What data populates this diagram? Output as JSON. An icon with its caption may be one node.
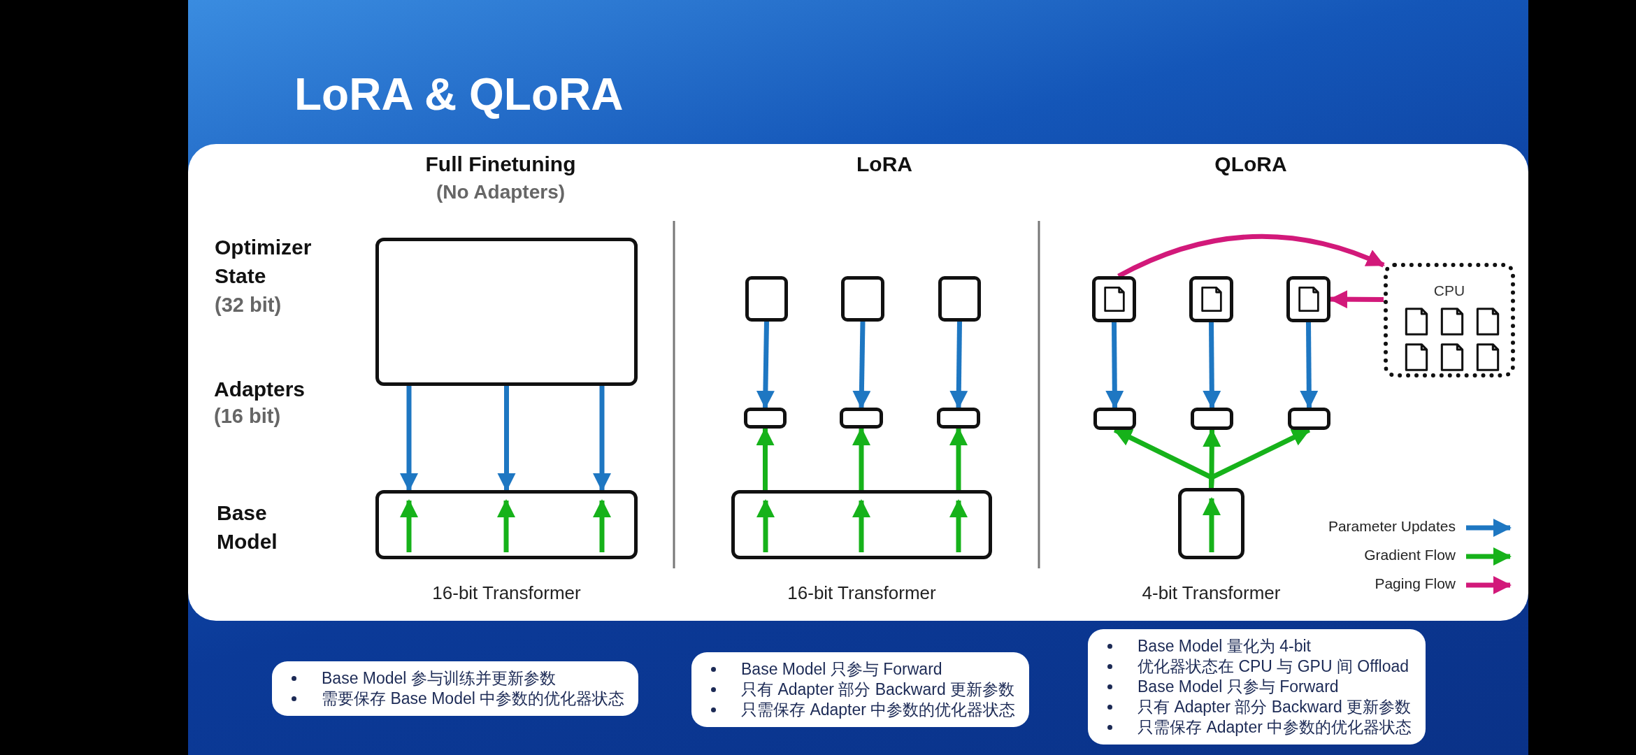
{
  "diagram": {
    "title": "LoRA & QLoRA",
    "nodes": [
      {
        "text": [],
        "shape": "box"
      },
      {
        "text": [],
        "shape": "box",
        "beside": [
          "16-bit Transformer"
        ]
      },
      {
        "text": [],
        "shape": "box"
      },
      {
        "text": [],
        "shape": "box"
      },
      {
        "text": [],
        "shape": "box"
      },
      {
        "text": [],
        "shape": "box"
      },
      {
        "text": [],
        "shape": "box"
      },
      {
        "text": [],
        "shape": "box"
      },
      {
        "text": [],
        "shape": "box",
        "beside": [
          "16-bit Transformer"
        ]
      },
      {
        "text": [],
        "shape": "box"
      },
      {
        "text": [],
        "shape": "box"
      },
      {
        "text": [],
        "shape": "box"
      },
      {
        "text": [
          "CPU"
        ]
      },
      {
        "text": [],
        "shape": "box"
      },
      {
        "text": [],
        "shape": "box"
      },
      {
        "text": [],
        "shape": "box"
      },
      {
        "text": [],
        "shape": "box",
        "beside": [
          "4-bit Transformer"
        ]
      },
      {
        "text": [
          "Base Model 参与训练并更新参数",
          "需要保存 Base Model 中参数的优化器状态"
        ]
      },
      {
        "text": [
          "Base Model 只参与 Forward",
          "只有 Adapter 部分 Backward 更新参数",
          "只需保存 Adapter 中参数的优化器状态"
        ]
      },
      {
        "text": [
          "Base Model 量化为 4-bit",
          "优化器状态在 CPU 与 GPU 间 Offload",
          "Base Model 只参与 Forward",
          "只有 Adapter 部分 Backward 更新参数",
          "只需保存 Adapter 中参数的优化器状态"
        ]
      }
    ],
    "edges": [
      {
        "from": 0,
        "to": 1,
        "arrow": "to"
      },
      {
        "from": 0,
        "to": 1,
        "arrow": "to"
      },
      {
        "from": 0,
        "to": 1,
        "arrow": "to"
      },
      {
        "from": 2,
        "to": 5,
        "arrow": "to"
      },
      {
        "from": 3,
        "to": 6,
        "arrow": "to"
      },
      {
        "from": 4,
        "to": 7,
        "arrow": "to"
      },
      {
        "from": 8,
        "to": 5,
        "arrow": "to",
        "color": "#16b21a"
      },
      {
        "from": 8,
        "to": 6,
        "arrow": "to",
        "color": "#16b21a"
      },
      {
        "from": 8,
        "to": 7,
        "arrow": "to",
        "color": "#16b21a"
      },
      {
        "from": 9,
        "to": 12,
        "arrow": "to",
        "color": "#d2197a"
      },
      {
        "from": 12,
        "to": 11,
        "arrow": "to",
        "color": "#d2197a"
      },
      {
        "from": 9,
        "to": 13,
        "arrow": "to"
      },
      {
        "from": 10,
        "to": 14,
        "arrow": "to"
      },
      {
        "from": 11,
        "to": 15,
        "arrow": "to"
      },
      {
        "from": 16,
        "to": 13,
        "arrow": "to",
        "color": "#16b21a"
      },
      {
        "from": 16,
        "to": 14,
        "arrow": "to",
        "color": "#16b21a"
      },
      {
        "from": 16,
        "to": 15,
        "arrow": "to",
        "color": "#16b21a"
      }
    ],
    "labels": [
      "Full Finetuning",
      "(No Adapters)",
      "LoRA",
      "QLoRA",
      "Optimizer State",
      "(32 bit)",
      "Adapters",
      "(16 bit)",
      "Base Model"
    ],
    "legend": [
      {
        "text": "Parameter Updates"
      },
      {
        "text": "Gradient Flow"
      },
      {
        "text": "Paging Flow"
      }
    ]
  }
}
